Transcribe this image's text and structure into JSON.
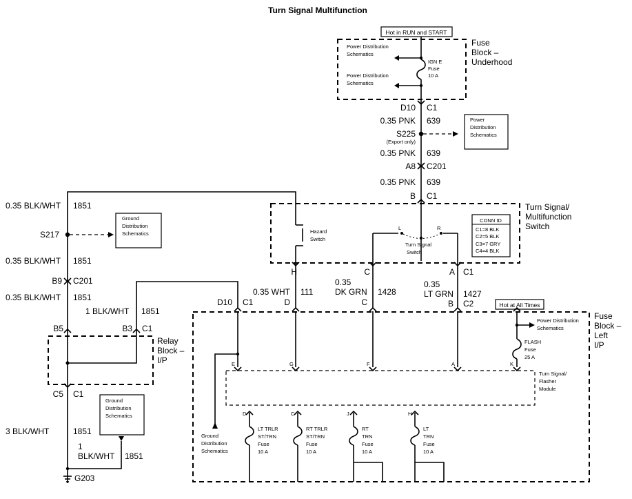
{
  "title": "Turn Signal Multifunction",
  "fuse_block_underhood": {
    "hot_label": "Hot in RUN and START",
    "label_line1": "Fuse",
    "label_line2": "Block –",
    "label_line3": "Underhood",
    "pd_ref_1_line1": "Power Distribution",
    "pd_ref_1_line2": "Schematics",
    "pd_ref_2_line1": "Power Distribution",
    "pd_ref_2_line2": "Schematics",
    "fuse_line1": "IGN E",
    "fuse_line2": "Fuse",
    "fuse_line3": "10 A",
    "pin": "D10",
    "connector": "C1"
  },
  "wire_639_a": {
    "gauge_color": "0.35 PNK",
    "circuit": "639"
  },
  "splice_s225": {
    "name": "S225",
    "note": "(Export only)"
  },
  "pd_box": {
    "line1": "Power",
    "line2": "Distribution",
    "line3": "Schematics"
  },
  "wire_639_b": {
    "gauge_color": "0.35 PNK",
    "circuit": "639"
  },
  "c201_upper": {
    "pin": "A8",
    "connector": "C201"
  },
  "wire_639_c": {
    "gauge_color": "0.35 PNK",
    "circuit": "639"
  },
  "switch_in": {
    "pin": "B",
    "connector": "C1"
  },
  "tsm_switch": {
    "label_line1": "Turn Signal/",
    "label_line2": "Multifunction",
    "label_line3": "Switch",
    "hazard_line1": "Hazard",
    "hazard_line2": "Switch",
    "ts_line1": "Turn Signal",
    "ts_line2": "Switch",
    "pos_l": "L",
    "pos_r": "R"
  },
  "conn_id": {
    "header": "CONN ID",
    "rows": [
      "C1=8 BLK",
      "C2=5 BLK",
      "C3=7 GRY",
      "C4=4 BLK"
    ]
  },
  "switch_out": {
    "pin_h": "H",
    "pin_c": "C",
    "pin_a": "A",
    "connector": "C1"
  },
  "wire_111": {
    "gauge_color": "0.35 WHT",
    "circuit": "111"
  },
  "wire_1428": {
    "gauge": "0.35",
    "color": "DK GRN",
    "circuit": "1428"
  },
  "wire_1427": {
    "gauge": "0.35",
    "color": "LT GRN",
    "circuit": "1427"
  },
  "fb_left_pins": {
    "d10": "D10",
    "c1": "C1",
    "d": "D",
    "c": "C",
    "b": "B",
    "c2": "C2"
  },
  "fuse_block_left": {
    "hot_label": "Hot at All Times",
    "label_line1": "Fuse",
    "label_line2": "Block –",
    "label_line3": "Left",
    "label_line4": "I/P",
    "pd_line1": "Power Distribution",
    "pd_line2": "Schematics",
    "flash_line1": "FLASH",
    "flash_line2": "Fuse",
    "flash_line3": "25 A",
    "module_line1": "Turn Signal/",
    "module_line2": "Flasher",
    "module_line3": "Module",
    "mod_pins": [
      "E",
      "G",
      "F",
      "A",
      "K"
    ],
    "gd_line1": "Ground",
    "gd_line2": "Distribution",
    "gd_line3": "Schematics",
    "fuses": [
      {
        "pin": "D",
        "l1": "LT TRLR",
        "l2": "ST/TRN",
        "l3": "Fuse",
        "l4": "10 A"
      },
      {
        "pin": "C",
        "l1": "RT TRLR",
        "l2": "ST/TRN",
        "l3": "Fuse",
        "l4": "10 A"
      },
      {
        "pin": "J",
        "l1": "RT",
        "l2": "TRN",
        "l3": "Fuse",
        "l4": "10 A"
      },
      {
        "pin": "H",
        "l1": "LT",
        "l2": "TRN",
        "l3": "Fuse",
        "l4": "10 A"
      }
    ]
  },
  "left_side": {
    "wire_1851_a": "0.35 BLK/WHT",
    "circuit_a": "1851",
    "splice": "S217",
    "gd_line1": "Ground",
    "gd_line2": "Distribution",
    "gd_line3": "Schematics",
    "wire_1851_b": "0.35 BLK/WHT",
    "circuit_b": "1851",
    "c201_pin": "B9",
    "c201_conn": "C201",
    "wire_1851_c": "0.35 BLK/WHT",
    "circuit_c": "1851",
    "wire_1851_d": "1 BLK/WHT",
    "circuit_d": "1851",
    "relay_b5": "B5",
    "relay_b3": "B3",
    "relay_c1": "C1",
    "relay_line1": "Relay",
    "relay_line2": "Block –",
    "relay_line3": "I/P",
    "relay_c5": "C5",
    "relay_c5_conn": "C1",
    "gd2_line1": "Ground",
    "gd2_line2": "Distribution",
    "gd2_line3": "Schematics",
    "wire_1851_e": "3 BLK/WHT",
    "circuit_e": "1851",
    "wire_1851_f1": "1",
    "wire_1851_f2": "BLK/WHT",
    "circuit_f": "1851",
    "ground": "G203"
  }
}
